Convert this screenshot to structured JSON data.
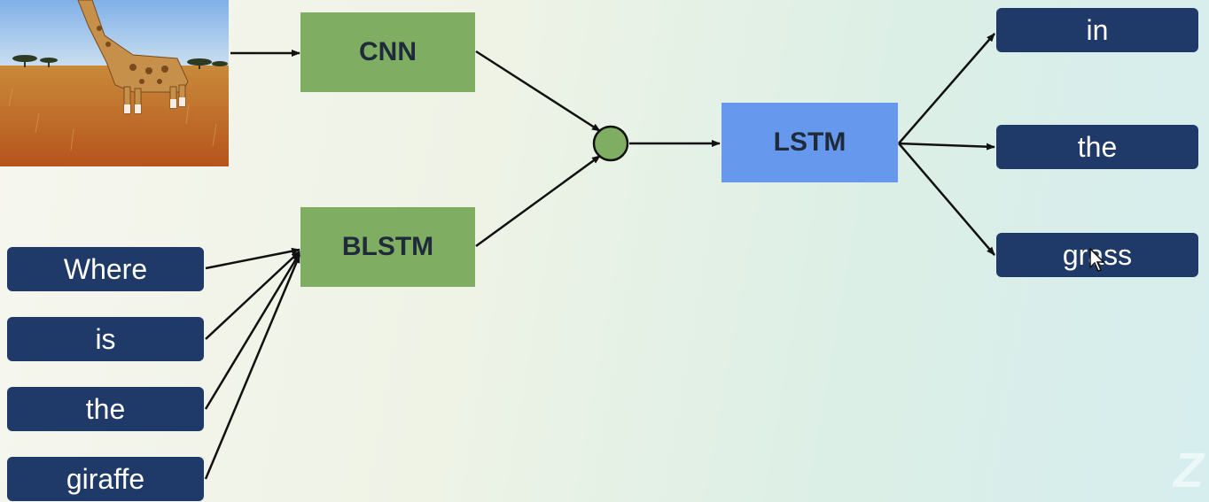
{
  "diagram": {
    "image_alt": "Giraffe in grassland",
    "modules": {
      "cnn": "CNN",
      "blstm": "BLSTM",
      "lstm": "LSTM"
    },
    "question_words": [
      "Where",
      "is",
      "the",
      "giraffe"
    ],
    "answer_words": [
      "in",
      "the",
      "grass"
    ],
    "colors": {
      "module_green": "#7fae62",
      "module_blue": "#6699ee",
      "word_box": "#1f3a68",
      "merge_node": "#7fae62",
      "arrow": "#111111"
    },
    "watermark": "Z"
  }
}
